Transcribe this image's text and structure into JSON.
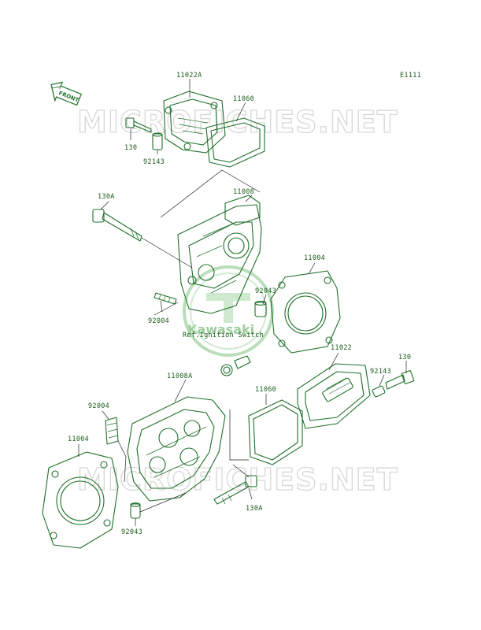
{
  "diagram_code": "E1111",
  "watermark": {
    "text": "MICROFICHES.NET"
  },
  "logo": {
    "text": "Kawasaki"
  },
  "front_arrow": {
    "text": "FRONT"
  },
  "reference_note": "Ref.Ignition Switch",
  "part_labels": [
    {
      "id": "lbl-11022A",
      "text": "11022A"
    },
    {
      "id": "lbl-11060-top",
      "text": "11060"
    },
    {
      "id": "lbl-130-top",
      "text": "130"
    },
    {
      "id": "lbl-92143-top",
      "text": "92143"
    },
    {
      "id": "lbl-130A-top",
      "text": "130A"
    },
    {
      "id": "lbl-11008",
      "text": "11008"
    },
    {
      "id": "lbl-11004-right",
      "text": "11004"
    },
    {
      "id": "lbl-92043-mid",
      "text": "92043"
    },
    {
      "id": "lbl-92004-mid",
      "text": "92004"
    },
    {
      "id": "lbl-11022",
      "text": "11022"
    },
    {
      "id": "lbl-130-right",
      "text": "130"
    },
    {
      "id": "lbl-92143-right",
      "text": "92143"
    },
    {
      "id": "lbl-11008A",
      "text": "11008A"
    },
    {
      "id": "lbl-11060-low",
      "text": "11060"
    },
    {
      "id": "lbl-92004-low",
      "text": "92004"
    },
    {
      "id": "lbl-11004-left",
      "text": "11004"
    },
    {
      "id": "lbl-130A-low",
      "text": "130A"
    },
    {
      "id": "lbl-92043-low",
      "text": "92043"
    }
  ]
}
